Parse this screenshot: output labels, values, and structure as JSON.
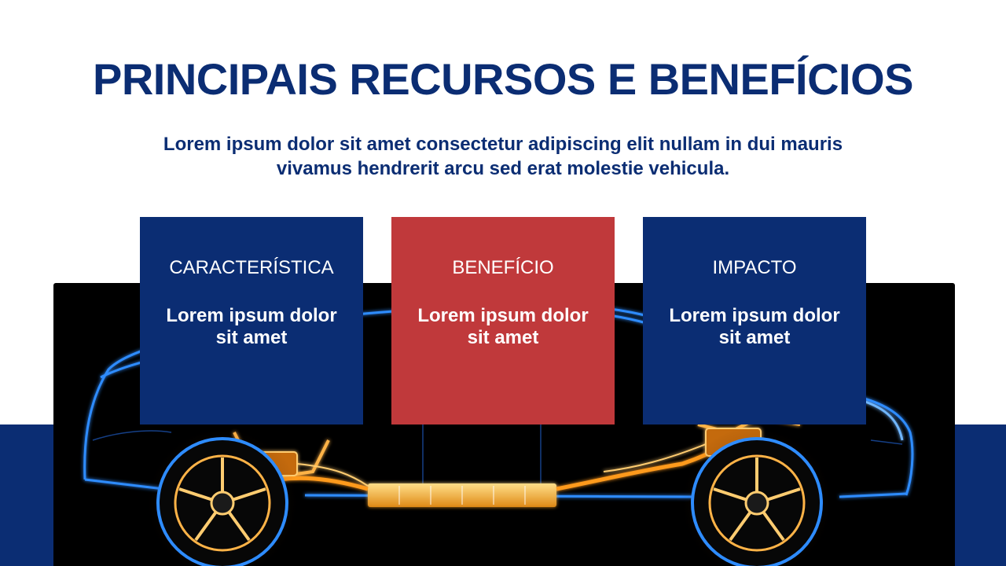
{
  "slide": {
    "title": "PRINCIPAIS RECURSOS E BENEFÍCIOS",
    "subtitle": "Lorem ipsum dolor sit amet consectetur adipiscing elit nullam in dui mauris vivamus hendrerit arcu sed erat molestie vehicula."
  },
  "cards": [
    {
      "heading": "CARACTERÍSTICA",
      "body": "Lorem ipsum dolor sit amet",
      "color": "#0b2d73"
    },
    {
      "heading": "BENEFÍCIO",
      "body": "Lorem ipsum dolor sit amet",
      "color": "#c0393b"
    },
    {
      "heading": "IMPACTO",
      "body": "Lorem ipsum dolor sit amet",
      "color": "#0b2d73"
    }
  ],
  "image": {
    "subject": "ev-chassis-xray-car",
    "colors": {
      "glow_blue": "#2e8cff",
      "glow_orange": "#ff9a1f",
      "background": "#000000"
    }
  },
  "colors": {
    "primary_blue": "#0b2d73",
    "accent_red": "#c0393b",
    "background": "#ffffff"
  }
}
